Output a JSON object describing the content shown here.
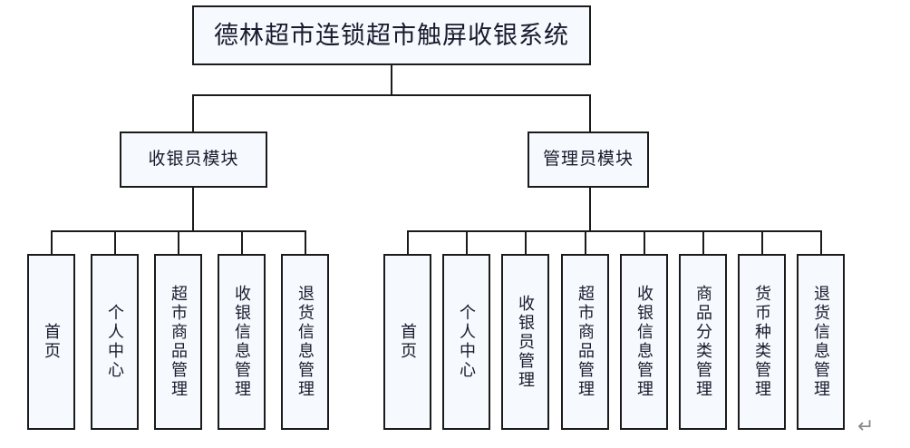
{
  "diagram": {
    "title": "德林超市连锁超市触屏收银系统",
    "root": {
      "label": "德林超市连锁超市触屏收银系统"
    },
    "modules": [
      {
        "label": "收银员模块"
      },
      {
        "label": "管理员模块"
      }
    ],
    "cashier_leaves": [
      {
        "label": "首页"
      },
      {
        "label": "个人中心"
      },
      {
        "label": "超市商品管理"
      },
      {
        "label": "收银信息管理"
      },
      {
        "label": "退货信息管理"
      }
    ],
    "admin_leaves": [
      {
        "label": "首页"
      },
      {
        "label": "个人中心"
      },
      {
        "label": "收银员管理"
      },
      {
        "label": "超市商品管理"
      },
      {
        "label": "收银信息管理"
      },
      {
        "label": "商品分类管理"
      },
      {
        "label": "货币种类管理"
      },
      {
        "label": "退货信息管理"
      }
    ],
    "marks": {
      "paragraph_return": "↵"
    },
    "colors": {
      "node_fill": "#f6f9fd",
      "node_border": "#1b1b1b",
      "text": "#1a1a2e",
      "background": "#ffffff",
      "mark": "#8a8a8a"
    }
  }
}
